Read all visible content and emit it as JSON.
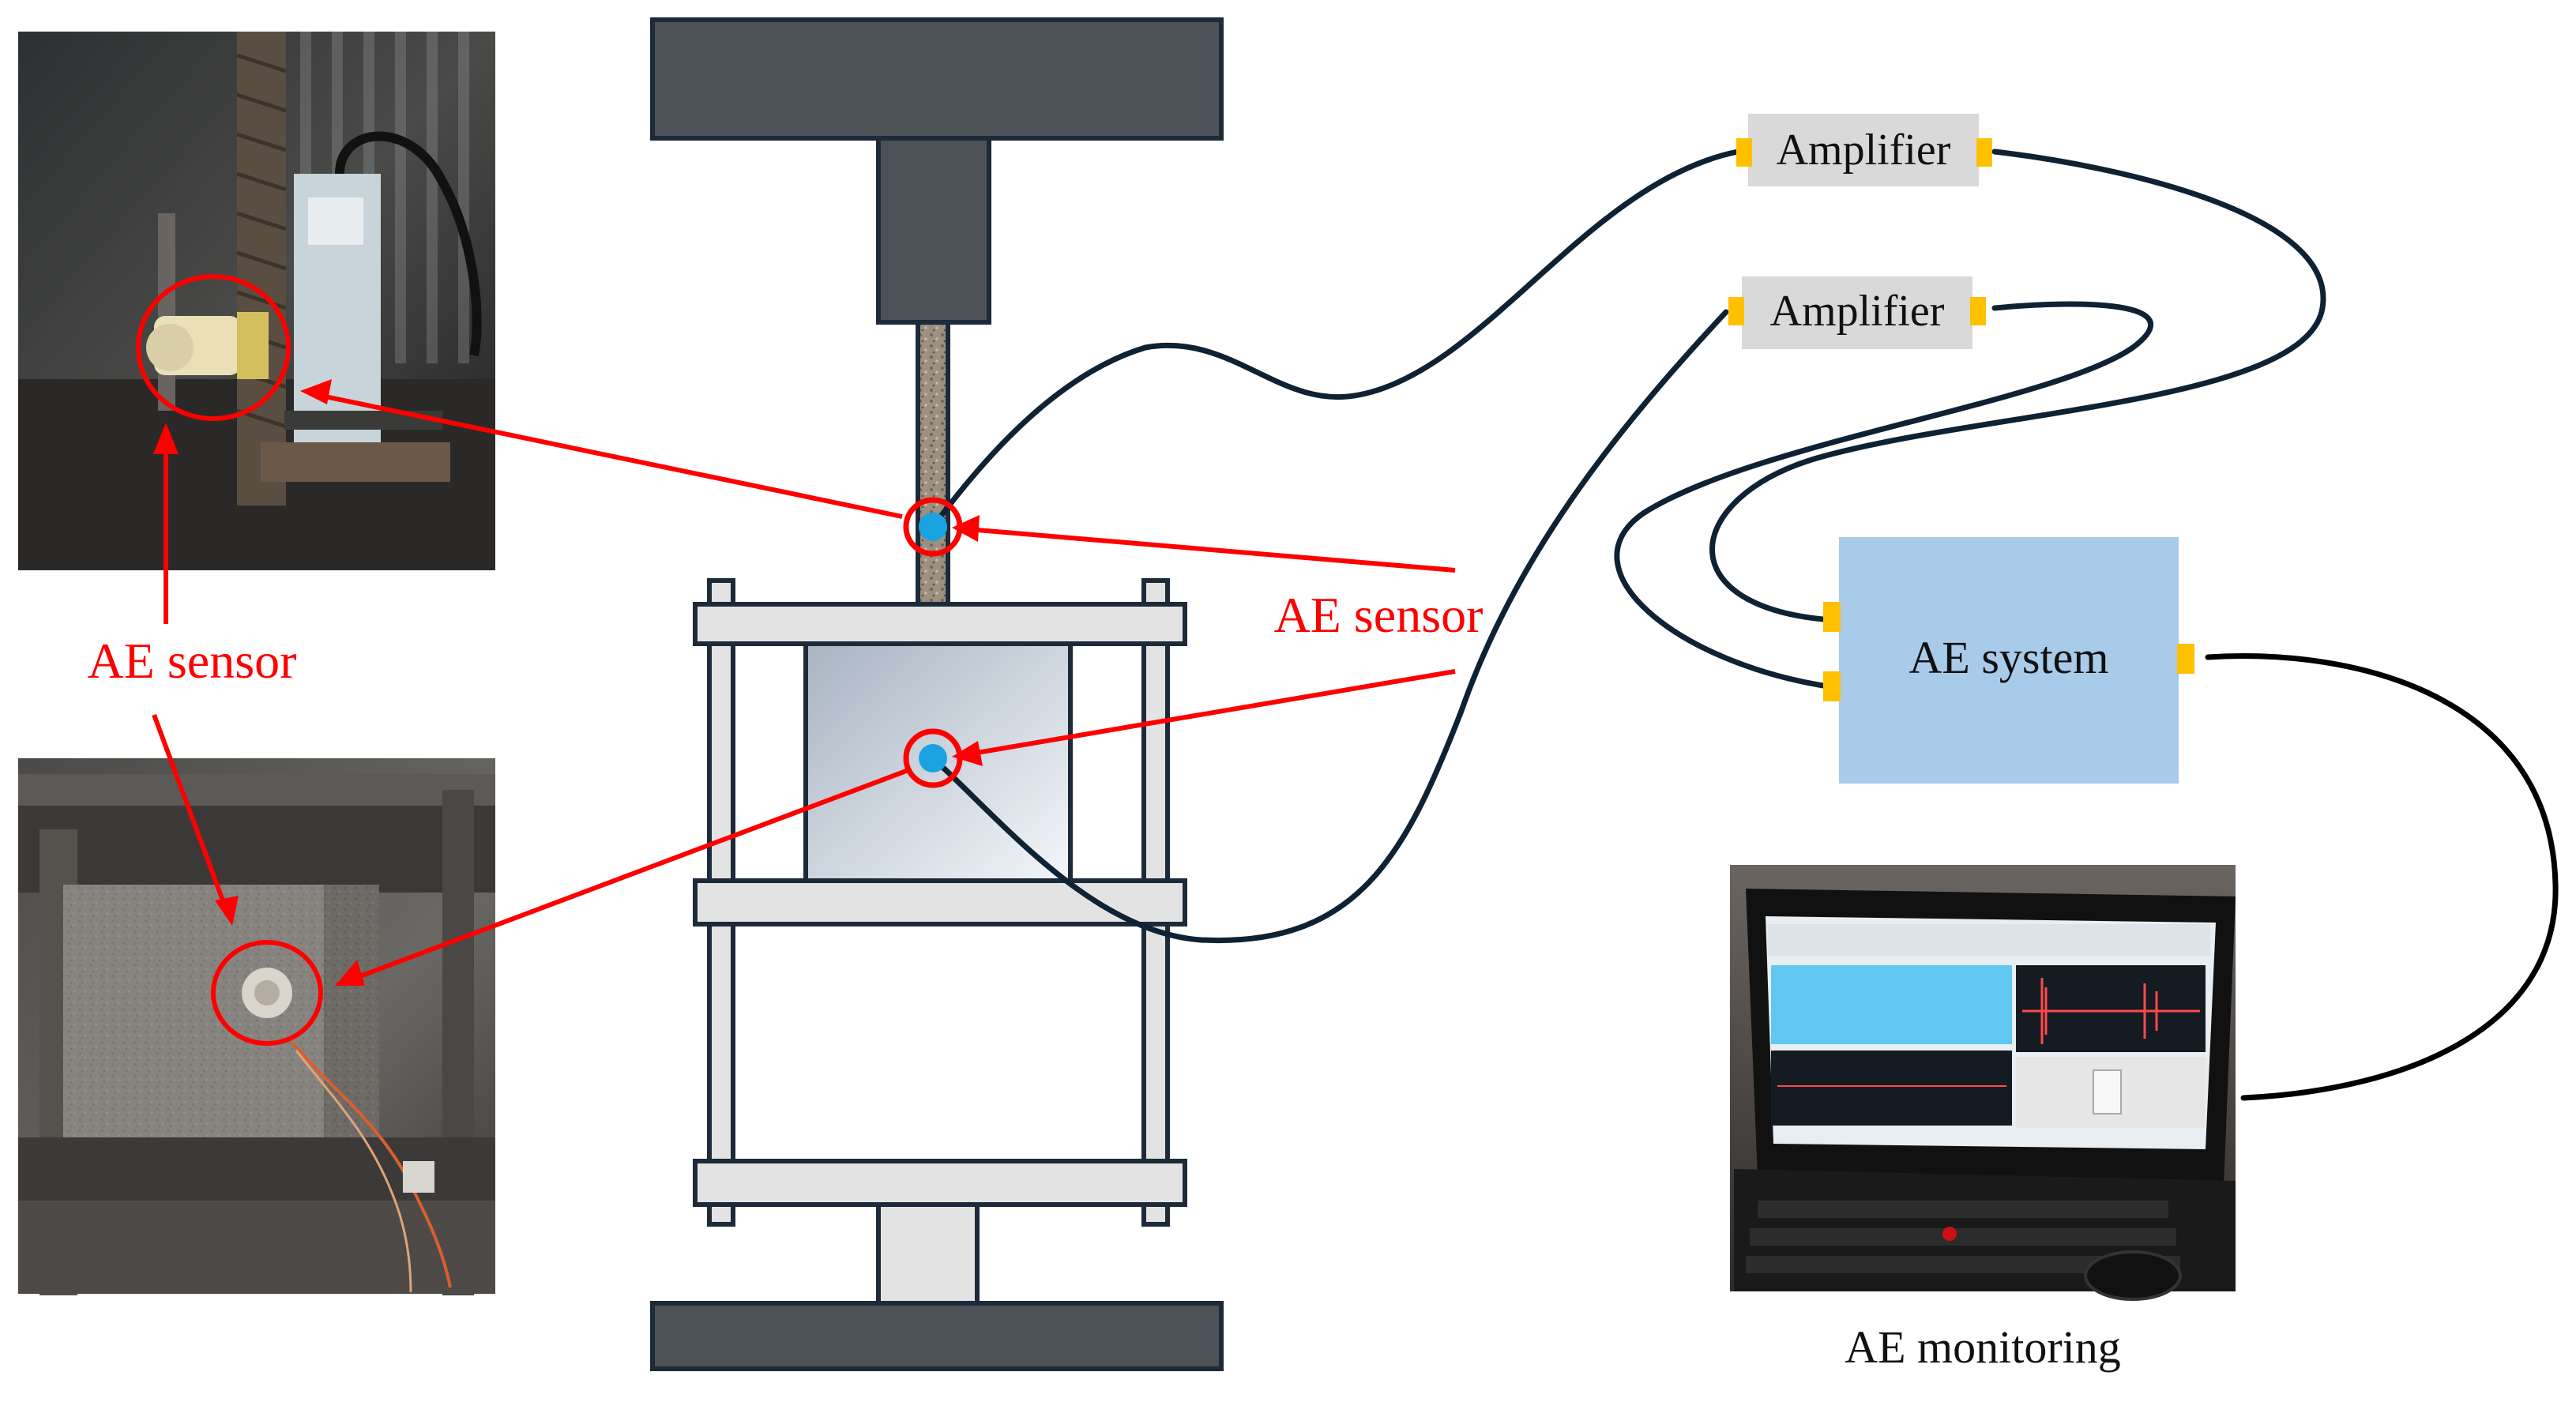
{
  "labels": {
    "ae_sensor_left": "AE sensor",
    "ae_sensor_center": "AE sensor",
    "amplifier_1": "Amplifier",
    "amplifier_2": "Amplifier",
    "ae_system": "AE system",
    "ae_monitoring": "AE monitoring"
  },
  "colors": {
    "frame_dark": "#4d5257",
    "frame_light": "#e3e3e3",
    "frame_stroke": "#1c2a3a",
    "sensor_dot": "#1aa3e0",
    "callout_red": "#ff0000",
    "cable": "#0f2233",
    "connector": "#ffc000",
    "amplifier_fill": "#d9d9d9",
    "ae_system_fill": "#a9cbea",
    "specimen_gradient_start": "#a8b4c2",
    "specimen_gradient_end": "#f3f6fa"
  },
  "photos": {
    "top_left": "photo of AE sensor mounted on steel rod",
    "bottom_left": "photo of AE sensor mounted on specimen block",
    "laptop": "laptop running AE monitoring software"
  }
}
